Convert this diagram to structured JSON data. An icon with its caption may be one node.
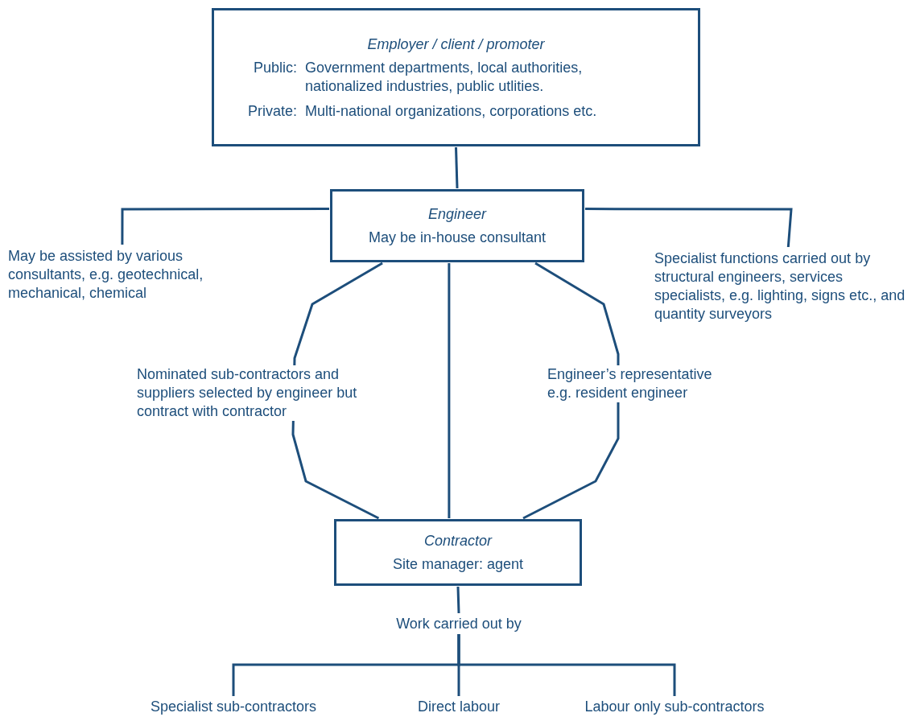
{
  "diagram": {
    "nodes": [
      {
        "text": [
          "Employer / client / promoter",
          "Public:",
          "Government departments, local authorities, nationalized industries, public utlities.",
          "Private:",
          "Multi-national organizations, corporations etc."
        ]
      },
      {
        "text": [
          "Engineer",
          "May be in-house consultant"
        ]
      },
      {
        "text": [
          "May be assisted by various consultants, e.g. geotechnical, mechanical, chemical"
        ]
      },
      {
        "text": [
          "Specialist functions carried out by structural engineers, services specialists, e.g. lighting, signs etc., and quantity surveyors"
        ]
      },
      {
        "text": [
          "Contractor",
          "Site manager: agent"
        ]
      },
      {
        "text": [
          "Work carried out by"
        ]
      },
      {
        "text": [
          "Specialist sub-contractors"
        ]
      },
      {
        "text": [
          "Direct labour"
        ]
      },
      {
        "text": [
          "Labour only sub-contractors"
        ]
      }
    ],
    "edges": [
      {
        "from": 0,
        "to": 1,
        "arrow": "none"
      },
      {
        "from": 1,
        "to": 2,
        "arrow": "none"
      },
      {
        "from": 1,
        "to": 3,
        "arrow": "none"
      },
      {
        "from": 1,
        "to": 4,
        "arrow": "none",
        "label": "Nominated sub-contractors and suppliers selected by engineer but contract with contractor"
      },
      {
        "from": 1,
        "to": 4,
        "arrow": "none"
      },
      {
        "from": 1,
        "to": 4,
        "arrow": "none",
        "label": "Engineer’s representative e.g. resident engineer"
      },
      {
        "from": 4,
        "to": 5,
        "arrow": "none"
      },
      {
        "from": 5,
        "to": 6,
        "arrow": "none"
      },
      {
        "from": 5,
        "to": 7,
        "arrow": "none"
      },
      {
        "from": 5,
        "to": 8,
        "arrow": "none"
      }
    ]
  }
}
